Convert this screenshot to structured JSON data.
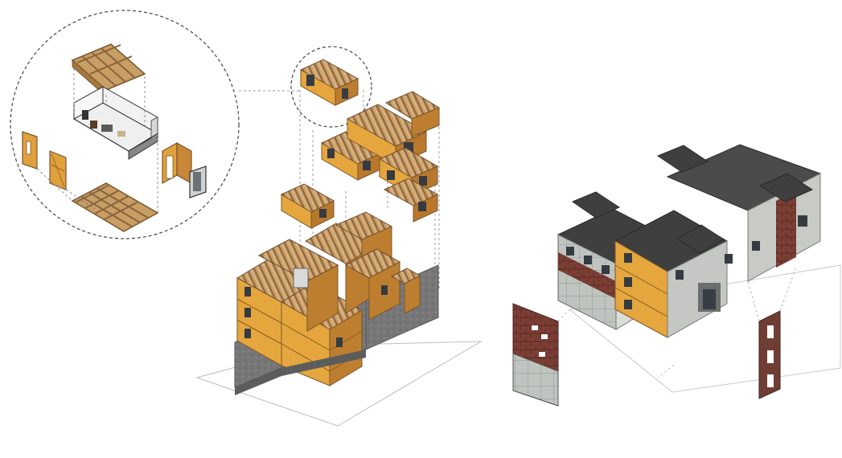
{
  "diagram": {
    "view": "isometric-exploded-modular-building",
    "colors": {
      "background": "#ffffff",
      "timber_top": "#c79d62",
      "timber_front": "#e7a93c",
      "timber_side": "#bd7f2f",
      "roof_dark": "#3f3f3f",
      "brick_red": "#7b3e34",
      "grey_panel": "#bfc4bf",
      "concrete_base": "#777777",
      "window_dark": "#2f3438",
      "dashed_leader": "#666666"
    },
    "parts": {
      "detail_circle": {
        "label": "",
        "components": [
          "ceiling-cassette",
          "wall-panel-left",
          "module-interior",
          "wall-panel-door",
          "window-unit",
          "floor-cassette"
        ]
      },
      "module_callout": {
        "label": "",
        "components": [
          "single-module"
        ]
      },
      "stacking_diagram": {
        "label": "",
        "components": [
          "floating-module-cluster",
          "single-module",
          "stacked-modules",
          "concrete-podium"
        ]
      },
      "finished_building": {
        "label": "",
        "components": [
          "finished-facade",
          "brick-cladding-panel",
          "dark-cladding-panel"
        ]
      }
    }
  }
}
